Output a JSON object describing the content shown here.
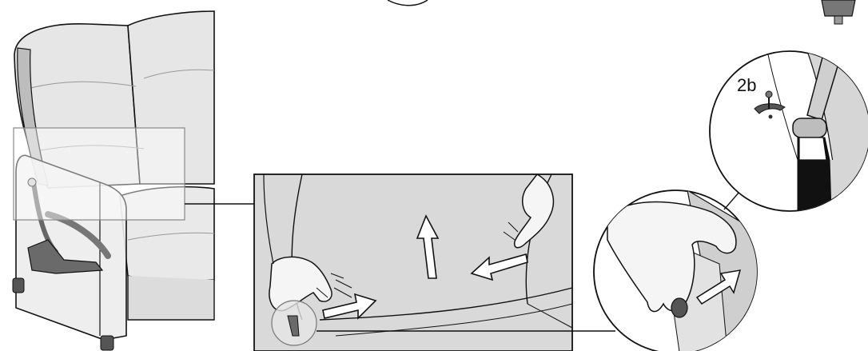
{
  "figure": {
    "step_label": "2b"
  },
  "icons": {
    "sofa": "recliner-sofa-illustration",
    "detail_panel": "hands-pulling-cover-detail",
    "zoom_circle": "hand-releasing-clip-detail",
    "hammer_circle": "hammer-tapping-clip-detail",
    "clip": "metal-clip-icon",
    "arrows": "direction-arrow-icon"
  },
  "colors": {
    "line": "#111111",
    "sofa_fill": "#e8e8e8",
    "sofa_shade": "#bdbdbd",
    "panel_fill": "#d9d9d9",
    "metal_dark": "#555555",
    "highlight_box": "#f2f2f2"
  }
}
